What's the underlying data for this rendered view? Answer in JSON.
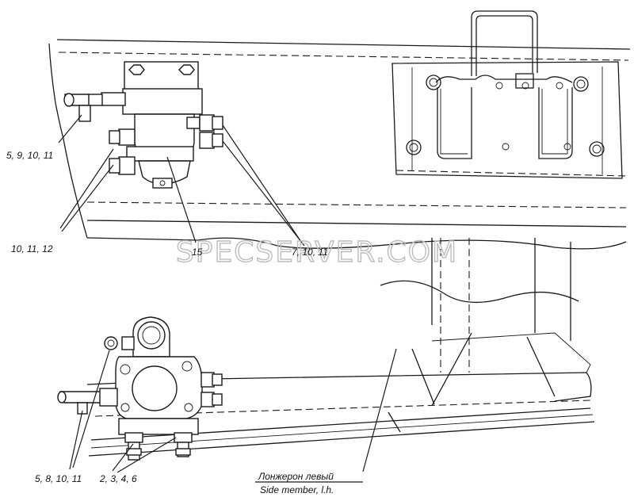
{
  "watermark": "SPECSERVER.COM",
  "upper_callouts": {
    "c1": "5, 9, 10, 11",
    "c2": "10, 11, 12",
    "c3": "15",
    "c4": "7, 10, 11"
  },
  "lower_callouts": {
    "c1": "5, 8, 10, 11",
    "c2": "2, 3, 4, 6"
  },
  "side_member_label": {
    "ru": "Лонжерон левый",
    "en": "Side member, l.h."
  }
}
